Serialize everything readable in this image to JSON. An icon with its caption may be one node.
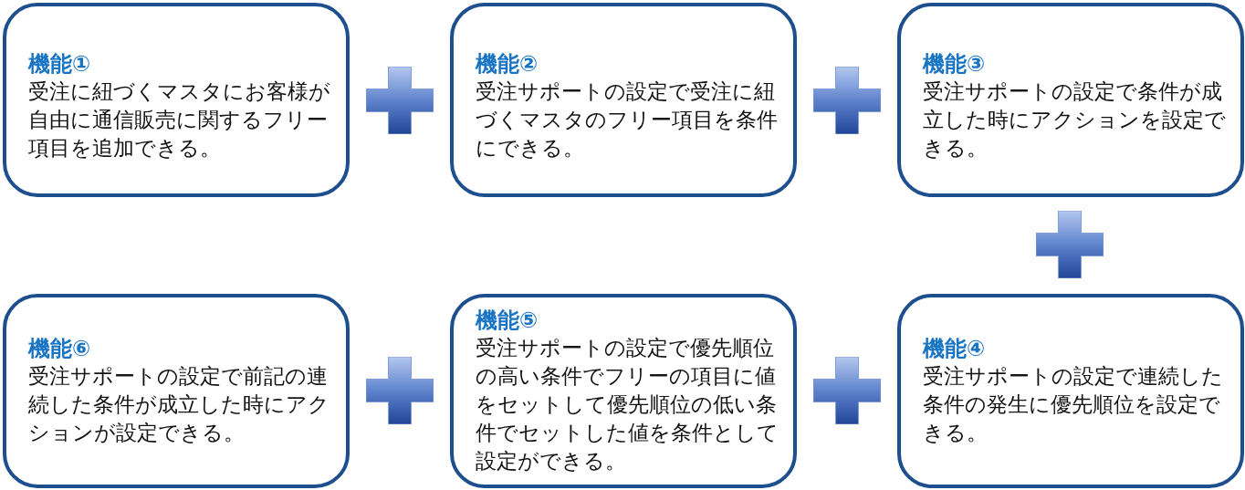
{
  "diagram": {
    "nodes": [
      {
        "text": [
          "機能①",
          "受注に紐づくマスタにお客様が自由に通信販売に関するフリー項目を追加できる。"
        ]
      },
      {
        "text": [
          "機能②",
          "受注サポートの設定で受注に紐づくマスタのフリー項目を条件にできる。"
        ]
      },
      {
        "text": [
          "機能③",
          "受注サポートの設定で条件が成立した時にアクションを設定できる。"
        ]
      },
      {
        "text": [
          "機能④",
          "受注サポートの設定で連続した条件の発生に優先順位を設定できる。"
        ]
      },
      {
        "text": [
          "機能⑤",
          "受注サポートの設定で優先順位の高い条件でフリーの項目に値をセットして優先順位の低い条件でセットした値を条件として設定ができる。"
        ]
      },
      {
        "text": [
          "機能⑥",
          "受注サポートの設定で前記の連続した条件が成立した時にアクションが設定できる。"
        ]
      }
    ]
  }
}
